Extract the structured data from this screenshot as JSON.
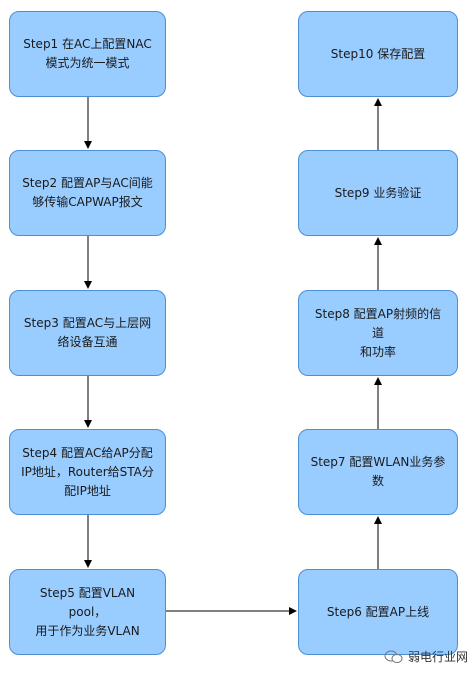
{
  "steps": [
    {
      "id": "step1",
      "lines": [
        "Step1 在AC上配置NAC",
        "模式为统一模式"
      ]
    },
    {
      "id": "step2",
      "lines": [
        "Step2 配置AP与AC间能",
        "够传输CAPWAP报文"
      ]
    },
    {
      "id": "step3",
      "lines": [
        "Step3 配置AC与上层网",
        "络设备互通"
      ]
    },
    {
      "id": "step4",
      "lines": [
        "Step4 配置AC给AP分配",
        "IP地址，Router给STA分",
        "配IP地址"
      ]
    },
    {
      "id": "step5",
      "lines": [
        "Step5 配置VLAN pool，",
        "用于作为业务VLAN"
      ]
    },
    {
      "id": "step6",
      "lines": [
        "Step6 配置AP上线"
      ]
    },
    {
      "id": "step7",
      "lines": [
        "Step7 配置WLAN业务参",
        "数"
      ]
    },
    {
      "id": "step8",
      "lines": [
        "Step8 配置AP射频的信道",
        "和功率"
      ]
    },
    {
      "id": "step9",
      "lines": [
        "Step9 业务验证"
      ]
    },
    {
      "id": "step10",
      "lines": [
        "Step10 保存配置"
      ]
    }
  ],
  "watermark": {
    "text": "弱电行业网",
    "icon": "wechat-icon"
  },
  "colors": {
    "box_fill": "#99ccff",
    "box_border": "#4e8fd1",
    "arrow": "#000000"
  }
}
